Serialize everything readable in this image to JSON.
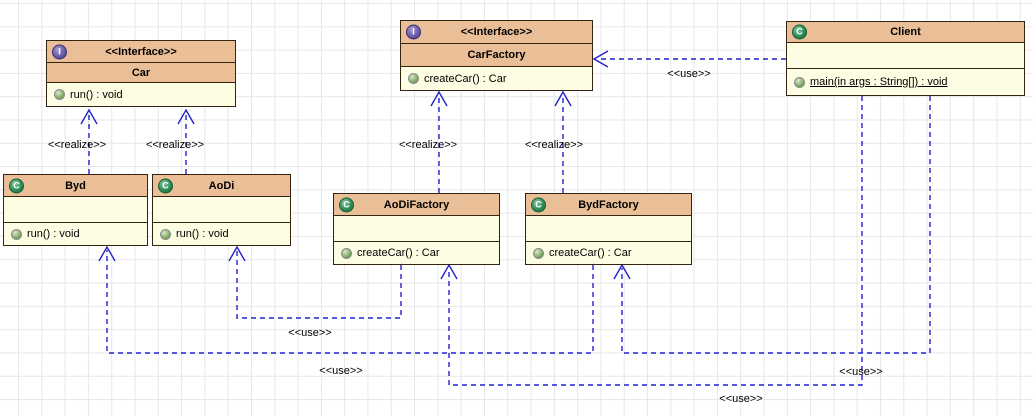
{
  "diagram_type": "uml-class-diagram",
  "colors": {
    "header_fill": "#EABF97",
    "body_fill": "#FCFDE3",
    "box_border": "#33250F",
    "edge_blue": "#2121CD",
    "grid_line": "#E7E7E7",
    "background": "#FFFFFF",
    "interface_icon": "#6A5CA8",
    "class_icon": "#2E8B57"
  },
  "icons": {
    "interface_letter": "I",
    "class_letter": "C"
  },
  "classes": {
    "car": {
      "kind": "interface",
      "stereotype": "<<Interface>>",
      "name": "Car",
      "attributes": [],
      "operations": [
        "run() : void"
      ]
    },
    "carfactory": {
      "kind": "interface",
      "stereotype": "<<Interface>>",
      "name": "CarFactory",
      "attributes": [],
      "operations": [
        "createCar() : Car"
      ]
    },
    "client": {
      "kind": "class",
      "name": "Client",
      "attributes": [],
      "operations": [
        "main(in args : String[]) : void"
      ],
      "static_operation": true
    },
    "byd": {
      "kind": "class",
      "name": "Byd",
      "attributes": [],
      "operations": [
        "run() : void"
      ]
    },
    "aodi": {
      "kind": "class",
      "name": "AoDi",
      "attributes": [],
      "operations": [
        "run() : void"
      ]
    },
    "aodifactory": {
      "kind": "class",
      "name": "AoDiFactory",
      "attributes": [],
      "operations": [
        "createCar() : Car"
      ]
    },
    "bydfactory": {
      "kind": "class",
      "name": "BydFactory",
      "attributes": [],
      "operations": [
        "createCar() : Car"
      ]
    }
  },
  "edges": [
    {
      "id": "byd-realizes-car",
      "type": "realize",
      "from": "Byd",
      "to": "Car",
      "label": "<<realize>>"
    },
    {
      "id": "aodi-realizes-car",
      "type": "realize",
      "from": "AoDi",
      "to": "Car",
      "label": "<<realize>>"
    },
    {
      "id": "aodifactory-realizes-carfactory",
      "type": "realize",
      "from": "AoDiFactory",
      "to": "CarFactory",
      "label": "<<realize>>"
    },
    {
      "id": "bydfactory-realizes-carfactory",
      "type": "realize",
      "from": "BydFactory",
      "to": "CarFactory",
      "label": "<<realize>>"
    },
    {
      "id": "client-uses-carfactory",
      "type": "use",
      "from": "Client",
      "to": "CarFactory",
      "label": "<<use>>"
    },
    {
      "id": "aodifactory-uses-aodi",
      "type": "use",
      "from": "AoDiFactory",
      "to": "AoDi",
      "label": "<<use>>"
    },
    {
      "id": "bydfactory-uses-byd",
      "type": "use",
      "from": "BydFactory",
      "to": "Byd",
      "label": "<<use>>"
    },
    {
      "id": "client-uses-bydfactory",
      "type": "use",
      "from": "Client",
      "to": "BydFactory",
      "label": "<<use>>"
    },
    {
      "id": "client-uses-aodifactory",
      "type": "use",
      "from": "Client",
      "to": "AoDiFactory",
      "label": "<<use>>"
    }
  ]
}
